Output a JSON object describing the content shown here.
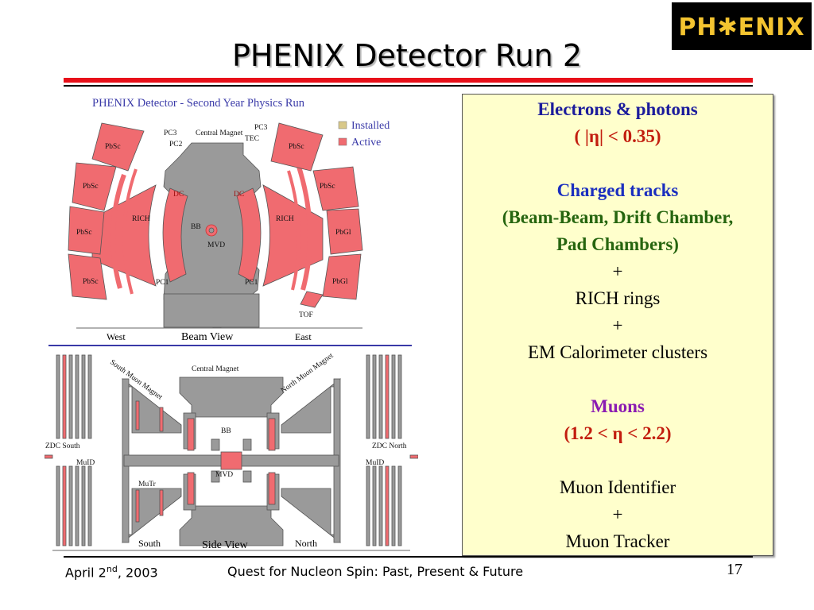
{
  "slide": {
    "title": "PHENIX Detector Run 2",
    "logo_text": "PH✱ENIX"
  },
  "figure": {
    "heading": "PHENIX Detector - Second Year Physics Run",
    "legend": {
      "installed": "Installed",
      "active": "Active",
      "installed_color": "#d8c889",
      "active_color": "#f06b70"
    },
    "beam_view": {
      "caption": "Beam View",
      "west": "West",
      "east": "East",
      "labels": {
        "pc3_w": "PC3",
        "pc2": "PC2",
        "central_magnet": "Central Magnet",
        "pc3_e": "PC3",
        "tec": "TEC",
        "dc_w": "DC",
        "dc_e": "DC",
        "rich_w": "RICH",
        "rich_e": "RICH",
        "bb": "BB",
        "mvd": "MVD",
        "pc1_w": "PC1",
        "pc1_e": "PC1",
        "tof": "TOF",
        "pbsc_w1": "PbSc",
        "pbsc_w2": "PbSc",
        "pbsc_w3": "PbSc",
        "pbsc_w4": "PbSc",
        "pbsc_e1": "PbSc",
        "pbsc_e2": "PbSc",
        "pbgl_e1": "PbGl",
        "pbgl_e2": "PbGl"
      }
    },
    "side_view": {
      "caption": "Side View",
      "south": "South",
      "north": "North",
      "labels": {
        "central_magnet": "Central Magnet",
        "south_muon_magnet": "South Muon Magnet",
        "north_muon_magnet": "North Muon Magnet",
        "zdc_south": "ZDC South",
        "zdc_north": "ZDC North",
        "muid_s": "MuID",
        "muid_n": "MuID",
        "mutr": "MuTr",
        "bb": "BB",
        "mvd": "MVD"
      }
    }
  },
  "panel": {
    "electrons_title": "Electrons & photons",
    "electrons_range": "( |η| < 0.35)",
    "charged_title": "Charged tracks",
    "charged_line1": "(Beam-Beam, Drift Chamber,",
    "charged_line2": "Pad Chambers)",
    "plus1": "+",
    "rich": "RICH rings",
    "plus2": "+",
    "emcal": "EM Calorimeter clusters",
    "muons_title": "Muons",
    "muons_range": "(1.2 < η < 2.2)",
    "muid": "Muon Identifier",
    "plus3": "+",
    "mutr": "Muon Tracker"
  },
  "footer": {
    "date_prefix": "April 2",
    "date_sup": "nd",
    "date_suffix": ", 2003",
    "talk_title": "Quest for Nucleon Spin: Past, Present & Future",
    "page_number": "17"
  }
}
